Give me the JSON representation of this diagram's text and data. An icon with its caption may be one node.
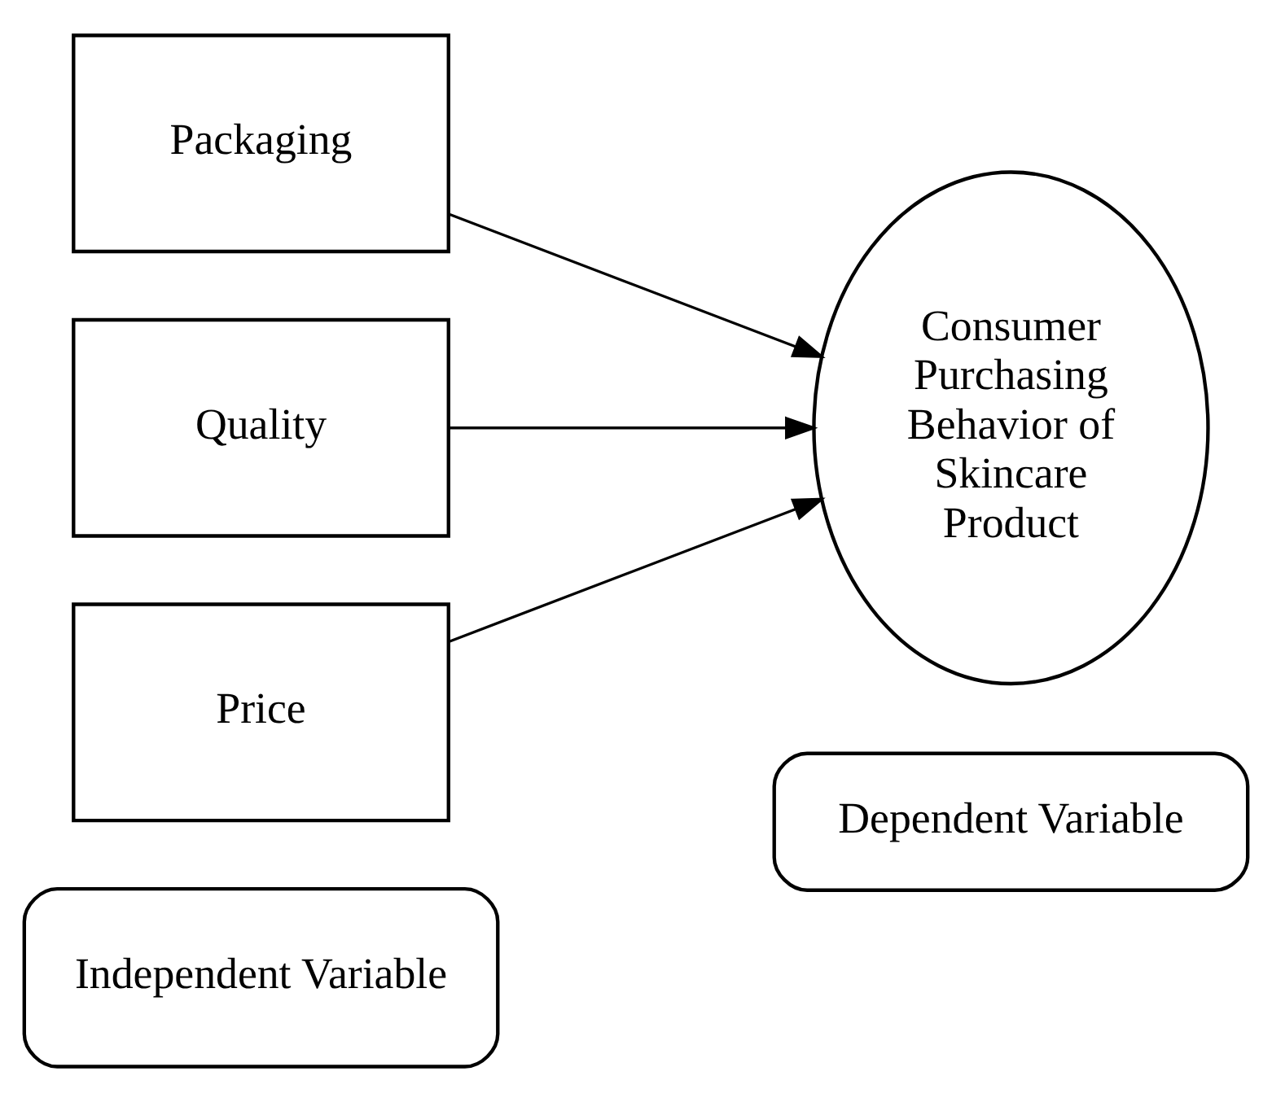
{
  "diagram": {
    "nodes": [
      {
        "text": [
          "Independent Variable"
        ]
      },
      {
        "text": [
          "Dependent Variable"
        ]
      },
      {
        "text": [
          "Packaging"
        ]
      },
      {
        "text": [
          "Quality"
        ]
      },
      {
        "text": [
          "Price"
        ]
      },
      {
        "text": [
          "Consumer Purchasing Behavior of Skincare Product"
        ]
      }
    ],
    "edges": [
      {
        "from": 2,
        "to": 5,
        "arrow": "to"
      },
      {
        "from": 3,
        "to": 5,
        "arrow": "to"
      },
      {
        "from": 4,
        "to": 5,
        "arrow": "to"
      }
    ]
  }
}
